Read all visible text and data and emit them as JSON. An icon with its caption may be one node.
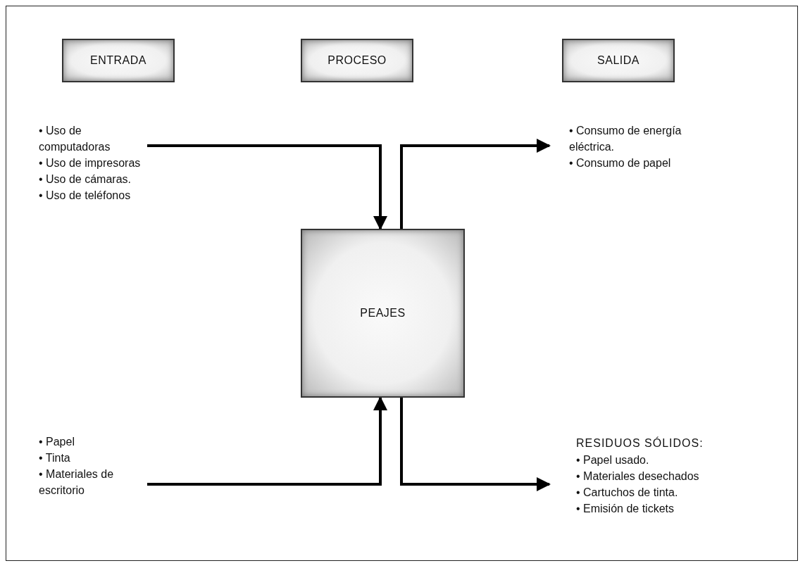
{
  "diagram": {
    "nodes": [
      {
        "text": [
          "ENTRADA"
        ]
      },
      {
        "text": [
          "PROCESO"
        ]
      },
      {
        "text": [
          "SALIDA"
        ]
      },
      {
        "text": [
          "• Uso de computadoras",
          "• Uso de impresoras",
          "• Uso de cámaras.",
          "• Uso de teléfonos"
        ]
      },
      {
        "text": [
          "PEAJES"
        ]
      },
      {
        "text": [
          "• Consumo de energía eléctrica.",
          "• Consumo de papel"
        ]
      },
      {
        "text": [
          "• Papel",
          "• Tinta",
          "• Materiales de escritorio"
        ]
      },
      {
        "text": [
          "RESIDUOS SÓLIDOS:",
          "• Papel usado.",
          "• Materiales desechados",
          "• Cartuchos de tinta.",
          "• Emisión de tickets"
        ]
      }
    ],
    "edges": [
      {
        "from": 3,
        "to": 4,
        "arrow": "to"
      },
      {
        "from": 4,
        "to": 5,
        "arrow": "to"
      },
      {
        "from": 6,
        "to": 4,
        "arrow": "to"
      },
      {
        "from": 4,
        "to": 7,
        "arrow": "to"
      }
    ]
  }
}
